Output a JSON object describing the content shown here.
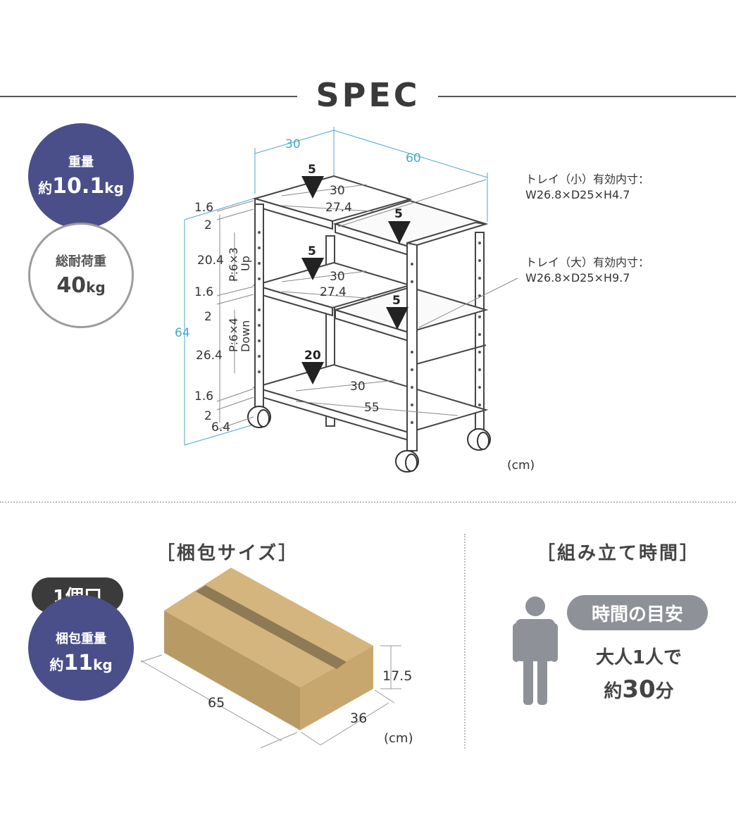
{
  "header": {
    "title": "SPEC"
  },
  "weight": {
    "label": "重量",
    "prefix": "約",
    "number": "10.1",
    "unit": "kg"
  },
  "load": {
    "label": "総耐荷重",
    "number": "40",
    "unit": "kg"
  },
  "diagram": {
    "dim_depth": "30",
    "dim_width": "60",
    "dim_height": "64",
    "left_dims": [
      "1.6",
      "2",
      "20.4",
      "1.6",
      "2",
      "26.4",
      "1.6",
      "2",
      "6.4"
    ],
    "pitch_upper": "P:6×3",
    "pitch_upper_dir": "Up",
    "pitch_lower": "P:6×4",
    "pitch_lower_dir": "Down",
    "top_load": "5",
    "top_d1": "30",
    "top_d2": "27.4",
    "tray_small_load": "5",
    "mid_load": "5",
    "mid_d1": "30",
    "mid_d2": "27.4",
    "tray_large_load": "5",
    "bottom_load": "20",
    "bottom_d1": "30",
    "bottom_d2": "55",
    "tray_small_label": "トレイ（小）有効内寸：",
    "tray_small_dims": "W26.8×D25×H4.7",
    "tray_large_label": "トレイ（大）有効内寸：",
    "tray_large_dims": "W26.8×D25×H9.7",
    "unit": "(cm)"
  },
  "package": {
    "title": "［梱包サイズ］",
    "count": "1個口",
    "weight_label": "梱包重量",
    "weight_prefix": "約",
    "weight_number": "11",
    "weight_unit": "kg",
    "dim_length": "65",
    "dim_width": "36",
    "dim_height": "17.5",
    "unit": "(cm)"
  },
  "assembly": {
    "title": "［組み立て時間］",
    "badge": "時間の目安",
    "line1": "大人1人で",
    "line2_prefix": "約",
    "line2_number": "30",
    "line2_suffix": "分"
  },
  "colors": {
    "navy": "#4a4f8a",
    "dimension_blue": "#4aa8c8",
    "cardboard": "#c9ad76",
    "tape": "#8e7a54",
    "person_gray": "#8e9198"
  }
}
